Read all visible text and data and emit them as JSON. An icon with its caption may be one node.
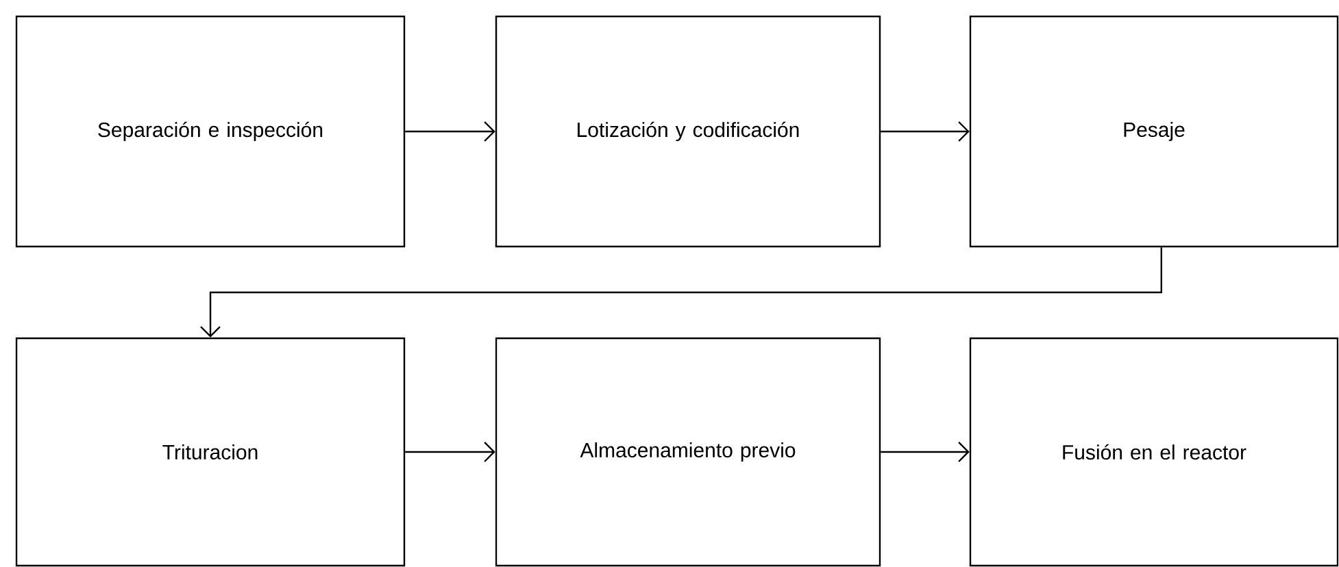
{
  "diagram": {
    "nodes": [
      {
        "text": [
          "Separación e inspección"
        ]
      },
      {
        "text": [
          "Lotización y codificación"
        ]
      },
      {
        "text": [
          "Pesaje"
        ]
      },
      {
        "text": [
          "Trituracion"
        ]
      },
      {
        "text": [
          "Almacenamiento previo"
        ]
      },
      {
        "text": [
          "Fusión en el reactor"
        ]
      }
    ],
    "edges": [
      {
        "from": 0,
        "to": 1,
        "arrow": "to"
      },
      {
        "from": 1,
        "to": 2,
        "arrow": "to"
      },
      {
        "from": 2,
        "to": 3,
        "arrow": "to"
      },
      {
        "from": 3,
        "to": 4,
        "arrow": "to"
      },
      {
        "from": 4,
        "to": 5,
        "arrow": "to"
      }
    ]
  }
}
